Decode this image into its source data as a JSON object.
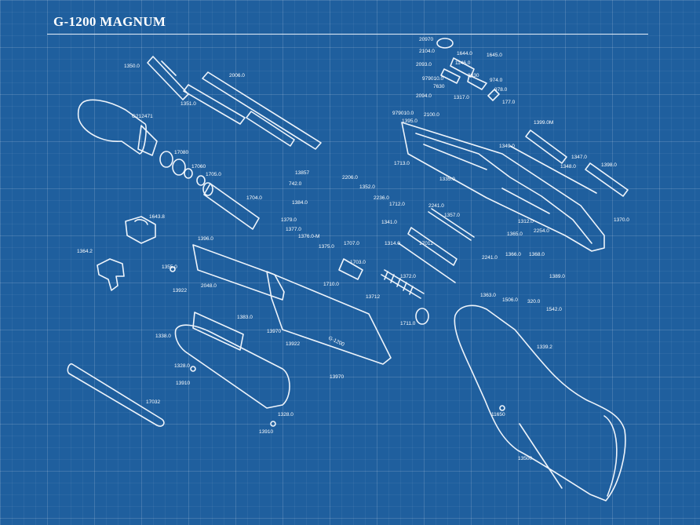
{
  "title": "G-1200 MAGNUM",
  "labels": [
    {
      "id": "p1350",
      "text": "1350.0"
    },
    {
      "id": "p2006",
      "text": "2006.0"
    },
    {
      "id": "p1351",
      "text": "1351.0"
    },
    {
      "id": "pG2124",
      "text": "G212471"
    },
    {
      "id": "p1708",
      "text": "17080"
    },
    {
      "id": "p1706",
      "text": "17060"
    },
    {
      "id": "p1705",
      "text": "1705.0"
    },
    {
      "id": "p1704",
      "text": "1704.0"
    },
    {
      "id": "p16438",
      "text": "1643.8"
    },
    {
      "id": "p13642",
      "text": "1364.2"
    },
    {
      "id": "p1396",
      "text": "1396.0"
    },
    {
      "id": "p1355",
      "text": "1355.0"
    },
    {
      "id": "p13922a",
      "text": "13922"
    },
    {
      "id": "p2048",
      "text": "2048.0"
    },
    {
      "id": "p1383",
      "text": "1383.0"
    },
    {
      "id": "p1338",
      "text": "1338.0"
    },
    {
      "id": "p13280a",
      "text": "1328.0"
    },
    {
      "id": "p13910a",
      "text": "13910"
    },
    {
      "id": "p17032",
      "text": "17032"
    },
    {
      "id": "p13970a",
      "text": "13970"
    },
    {
      "id": "p13922b",
      "text": "13922"
    },
    {
      "id": "p13970b",
      "text": "13970"
    },
    {
      "id": "p13280b",
      "text": "1328.0"
    },
    {
      "id": "p13910b",
      "text": "13910"
    },
    {
      "id": "p13857",
      "text": "13857"
    },
    {
      "id": "p742",
      "text": "742.0"
    },
    {
      "id": "p1384",
      "text": "1384.0"
    },
    {
      "id": "p2206",
      "text": "2206.0"
    },
    {
      "id": "p1352",
      "text": "1352.0"
    },
    {
      "id": "p2236",
      "text": "2236.0"
    },
    {
      "id": "p1712",
      "text": "1712.0"
    },
    {
      "id": "p1341",
      "text": "1341.0"
    },
    {
      "id": "p1379",
      "text": "1379.0"
    },
    {
      "id": "p1377",
      "text": "1377.0"
    },
    {
      "id": "p13760",
      "text": "1376.0-M"
    },
    {
      "id": "p1375",
      "text": "1375.0"
    },
    {
      "id": "p1707",
      "text": "1707.0"
    },
    {
      "id": "p1703",
      "text": "1703.0"
    },
    {
      "id": "p1710",
      "text": "1710.0"
    },
    {
      "id": "p1371",
      "text": "13712"
    },
    {
      "id": "p1372",
      "text": "1372.0"
    },
    {
      "id": "p1711",
      "text": "1711.0"
    },
    {
      "id": "p1314",
      "text": "1314.0"
    },
    {
      "id": "p17012",
      "text": "17012"
    },
    {
      "id": "p2241",
      "text": "2241.0"
    },
    {
      "id": "p1357",
      "text": "1357.0"
    },
    {
      "id": "p20970",
      "text": "20970"
    },
    {
      "id": "p2104",
      "text": "2104.0"
    },
    {
      "id": "p1644",
      "text": "1644.0"
    },
    {
      "id": "p1645",
      "text": "1645.0"
    },
    {
      "id": "p1146",
      "text": "1146.0"
    },
    {
      "id": "p2093",
      "text": "2093.0"
    },
    {
      "id": "p9791",
      "text": "979010.0"
    },
    {
      "id": "p9630",
      "text": "9630"
    },
    {
      "id": "p7630",
      "text": "7630"
    },
    {
      "id": "p974",
      "text": "974.0"
    },
    {
      "id": "p978",
      "text": "978.0"
    },
    {
      "id": "p2094",
      "text": "2094.0"
    },
    {
      "id": "p1317",
      "text": "1317.0"
    },
    {
      "id": "p177",
      "text": "177.0"
    },
    {
      "id": "p97901",
      "text": "979010.0"
    },
    {
      "id": "p2100",
      "text": "2100.0"
    },
    {
      "id": "p1395",
      "text": "1395.0"
    },
    {
      "id": "p13990",
      "text": "1399.0M"
    },
    {
      "id": "p1349",
      "text": "1349.0"
    },
    {
      "id": "p1713",
      "text": "1713.0"
    },
    {
      "id": "p1347",
      "text": "1347.0"
    },
    {
      "id": "p1348",
      "text": "1348.0"
    },
    {
      "id": "p1398",
      "text": "1398.0"
    },
    {
      "id": "p1335",
      "text": "1335.0"
    },
    {
      "id": "p1370",
      "text": "1370.0"
    },
    {
      "id": "p1312",
      "text": "1312.0"
    },
    {
      "id": "p1365",
      "text": "1365.0"
    },
    {
      "id": "p2254",
      "text": "2254.0"
    },
    {
      "id": "p2241b",
      "text": "2241.0"
    },
    {
      "id": "p1366",
      "text": "1366.0"
    },
    {
      "id": "p1368",
      "text": "1368.0"
    },
    {
      "id": "p1363",
      "text": "1363.0"
    },
    {
      "id": "p1389",
      "text": "1389.0"
    },
    {
      "id": "p1506",
      "text": "1506.0"
    },
    {
      "id": "p320",
      "text": "320.0"
    },
    {
      "id": "p1542",
      "text": "1542.0"
    },
    {
      "id": "p1339",
      "text": "1339.2"
    },
    {
      "id": "p11650",
      "text": "11650"
    },
    {
      "id": "p13500",
      "text": "13500"
    }
  ],
  "receiver_marking": "G-1200"
}
